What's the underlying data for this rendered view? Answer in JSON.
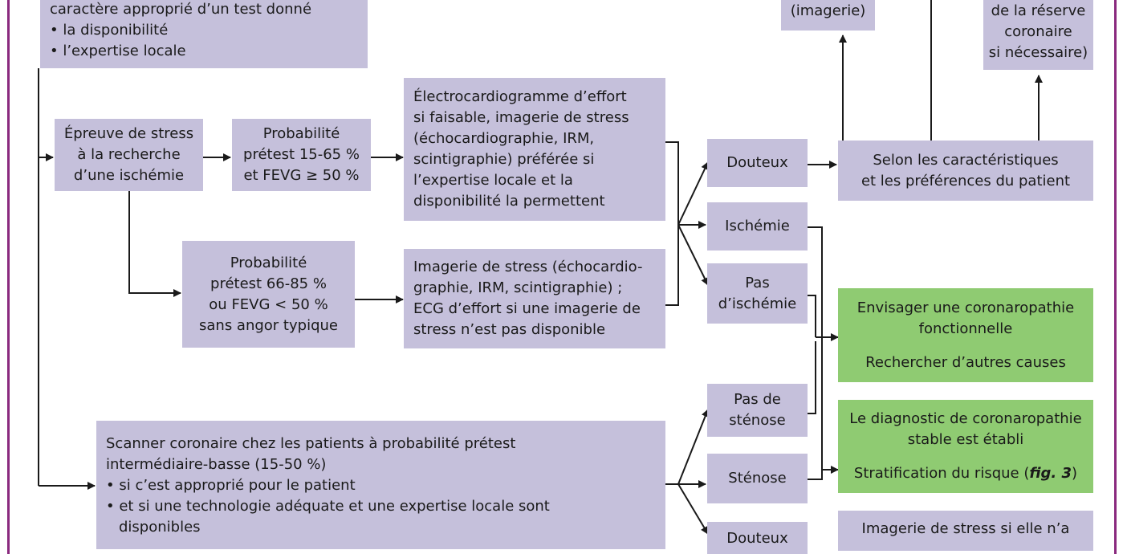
{
  "boxes": {
    "criteria": [
      "caractère approprié d’un test donné",
      "• la disponibilité",
      "• l’expertise locale"
    ],
    "stress_search": [
      "Épreuve de stress",
      "à la recherche",
      "d’une ischémie"
    ],
    "prob_low": [
      "Probabilité",
      "prétest 15-65 %",
      "et FEVG ≥ 50 %"
    ],
    "prob_high": [
      "Probabilité",
      "prétest 66-85 %",
      "ou FEVG < 50 %",
      "sans angor typique"
    ],
    "ecg_effort": [
      "Électrocardiogramme d’effort",
      "si faisable, imagerie de stress",
      "(échocardiographie, IRM,",
      "scintigraphie) préférée si",
      "l’expertise locale et la",
      "disponibilité la permettent"
    ],
    "stress_imaging": [
      "Imagerie de stress (échocardio-",
      "graphie, IRM, scintigraphie) ;",
      "ECG d’effort si une imagerie de",
      "stress n’est pas disponible"
    ],
    "ct": [
      "Scanner coronaire chez les patients à probabilité prétest",
      "intermédiaire-basse (15-50 %)",
      "• si c’est approprié pour le patient",
      "• et si une technologie adéquate et une expertise locale sont",
      "   disponibles"
    ],
    "douteux": "Douteux",
    "ischemie": "Ischémie",
    "pas_ischemie": [
      "Pas",
      "d’ischémie"
    ],
    "pas_stenose": [
      "Pas de",
      "sténose"
    ],
    "stenose": "Sténose",
    "douteux_bottom": "Douteux",
    "imagerie_top": "(imagerie)",
    "reserve": [
      "de la réserve",
      "coronaire",
      "si nécessaire)"
    ],
    "selon": [
      "Selon les caractéristiques",
      "et les préférences du patient"
    ],
    "functional": [
      "Envisager une coronaropathie",
      "fonctionnelle",
      "Rechercher d’autres causes"
    ],
    "diag_stable": [
      "Le diagnostic de coronaropathie",
      "stable est établi"
    ],
    "risk_strat": "Stratification du risque (",
    "risk_fig": "fig. 3",
    "risk_close": ")",
    "stress_if": "Imagerie de stress si elle n’a"
  },
  "colors": {
    "node": "#c5c0db",
    "result": "#8fcb72",
    "frame": "#8a2a7e",
    "line": "#1a1a1a"
  }
}
